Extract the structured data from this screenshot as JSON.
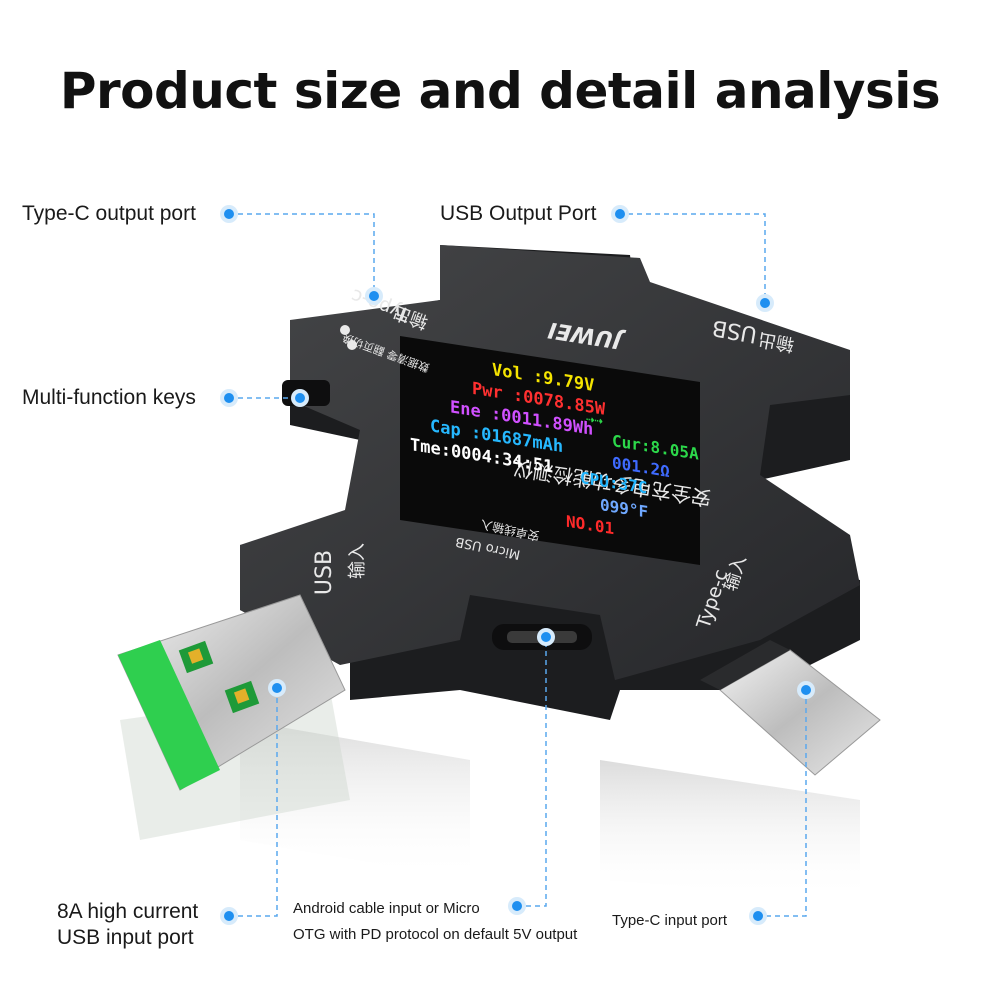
{
  "title": "Product size and detail analysis",
  "labels": {
    "typec_output": "Type-C output port",
    "usb_output": "USB Output Port",
    "multi_keys": "Multi-function keys",
    "usb_input_line1": "8A high current",
    "usb_input_line2": "USB input port",
    "micro_line1": "Android cable input or Micro",
    "micro_line2": "OTG with PD protocol on default 5V output",
    "typec_input": "Type-C input port"
  },
  "screen": {
    "vol": "Vol :9.79V",
    "pwr": "Pwr :0078.85W",
    "ene": "Ene :0011.89Wh",
    "cap": "Cap :01687mAh",
    "tme": "Tme:0004:34:51",
    "cur": "Cur:8.05A",
    "res": "001.2Ω",
    "cpu": "CPU:37C",
    "temp": "099°F",
    "no": "NO.01"
  },
  "device_text": {
    "brand": "JUWEI",
    "cn_title": "安全充电多功能检测仪",
    "usb_out": "USB",
    "usb_out_cn": "输出",
    "typec_out": "Type-c",
    "typec_out_cn": "输出",
    "usb_in": "USB",
    "usb_in_cn": "输入",
    "typec_in": "Type-c",
    "typec_in_cn": "输入",
    "micro": "Micro USB",
    "micro_cn": "安卓线输入",
    "key_cn": "数据清零 翻页切换"
  },
  "colors": {
    "accent_dot": "#1e8ff0",
    "dashed_line": "#5aa8ee",
    "body": "#2e2f31",
    "vol": "#f5e400",
    "pwr": "#ff3030",
    "ene": "#d050ff",
    "cap": "#26b8ff",
    "tme": "#ffffff",
    "cur": "#2cd84a",
    "res": "#3f6bff",
    "cpu": "#22b6ff",
    "temp": "#6fa8ff",
    "no": "#ff2a2a"
  }
}
